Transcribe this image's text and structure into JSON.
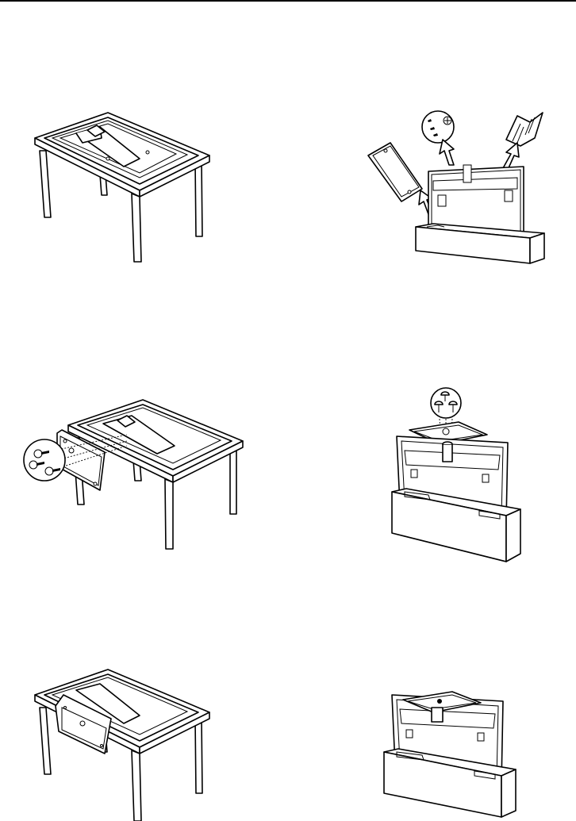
{
  "page": {
    "figures": [
      {
        "id": "fig-tv-facedown-on-table",
        "icon": "tv-facedown-table-illustration"
      },
      {
        "id": "fig-box-contents-removal",
        "icon": "box-unpacking-illustration"
      },
      {
        "id": "fig-attach-bracket-table",
        "icon": "bracket-screw-attach-illustration"
      },
      {
        "id": "fig-attach-plate-upright",
        "icon": "plate-screw-attach-illustration"
      },
      {
        "id": "fig-bracket-attached-table",
        "icon": "bracket-mounted-illustration"
      },
      {
        "id": "fig-plate-attached-upright",
        "icon": "plate-mounted-illustration"
      }
    ]
  }
}
